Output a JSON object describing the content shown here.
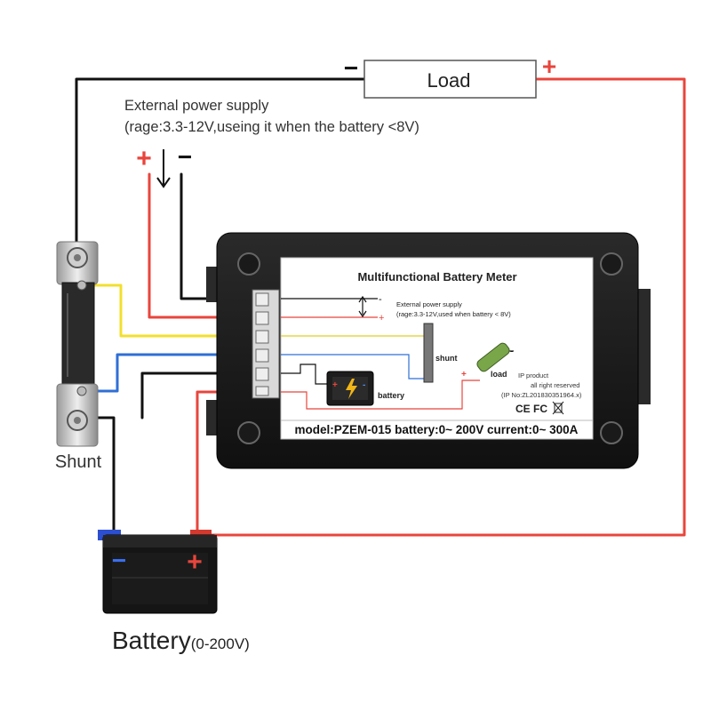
{
  "load": {
    "label": "Load",
    "minus": "−",
    "plus": "+"
  },
  "external_supply": {
    "line1": "External power supply",
    "line2": "(rage:3.3-12V,useing it when the battery <8V)",
    "plus": "+",
    "minus": "−"
  },
  "shunt": {
    "label": "Shunt"
  },
  "meter": {
    "title": "Multifunctional Battery Meter",
    "ext_line1": "External power supply",
    "ext_line2": "(rage:3.3-12V,used when battery < 8V)",
    "shunt_label": "shunt",
    "load_label": "load",
    "battery_label": "battery",
    "ip1": "IP product",
    "ip2": "all right reserved",
    "ip3": "(IP No:ZL201830351964.x)",
    "marks": "CE FC",
    "model": "model:PZEM-015 battery:0~ 200V current:0~ 300A"
  },
  "battery": {
    "label": "Battery",
    "range": "(0-200V)",
    "minus": "−",
    "plus": "+"
  },
  "colors": {
    "red": "#e8453c",
    "black": "#111111",
    "yellow": "#f2df2e",
    "blue": "#2f6fd6"
  }
}
